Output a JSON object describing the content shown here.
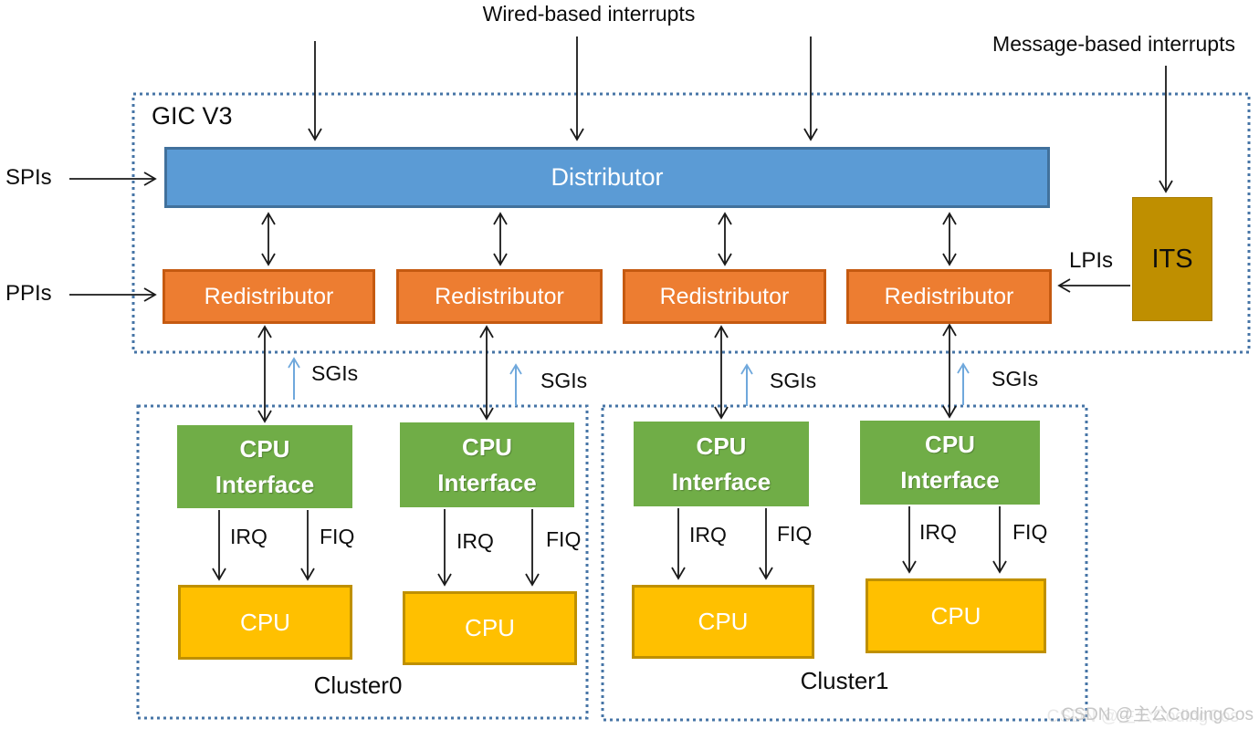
{
  "page": {
    "external_labels": {
      "wired_interrupts": "Wired-based interrupts",
      "message_interrupts": "Message-based interrupts",
      "spis": "SPIs",
      "ppis": "PPIs",
      "lpis": "LPIs",
      "sgis": "SGIs",
      "irq": "IRQ",
      "fiq": "FIQ"
    },
    "gic": {
      "label": "GIC V3",
      "distributor_label": "Distributor",
      "redistributor_label": "Redistributor",
      "its_label": "ITS"
    },
    "clusters": {
      "cluster0_label": "Cluster0",
      "cluster1_label": "Cluster1"
    },
    "cpu_interface": {
      "line1": "CPU",
      "line2": "Interface"
    },
    "cpu_label": "CPU",
    "watermark": "CSDN @主公CodingCos",
    "colors": {
      "distributor_fill": "#5B9BD5",
      "distributor_border": "#41719C",
      "redistributor_fill": "#ED7D31",
      "redistributor_border": "#C55A11",
      "its_fill": "#BF8F00",
      "cpu_interface_fill": "#70AD47",
      "cpu_fill": "#FFC000",
      "cpu_border": "#BF9000",
      "dashed_border": "#4674A6",
      "sgi_arrow_blue": "#6FA8DC",
      "arrow_black": "#1a1a1a"
    }
  }
}
